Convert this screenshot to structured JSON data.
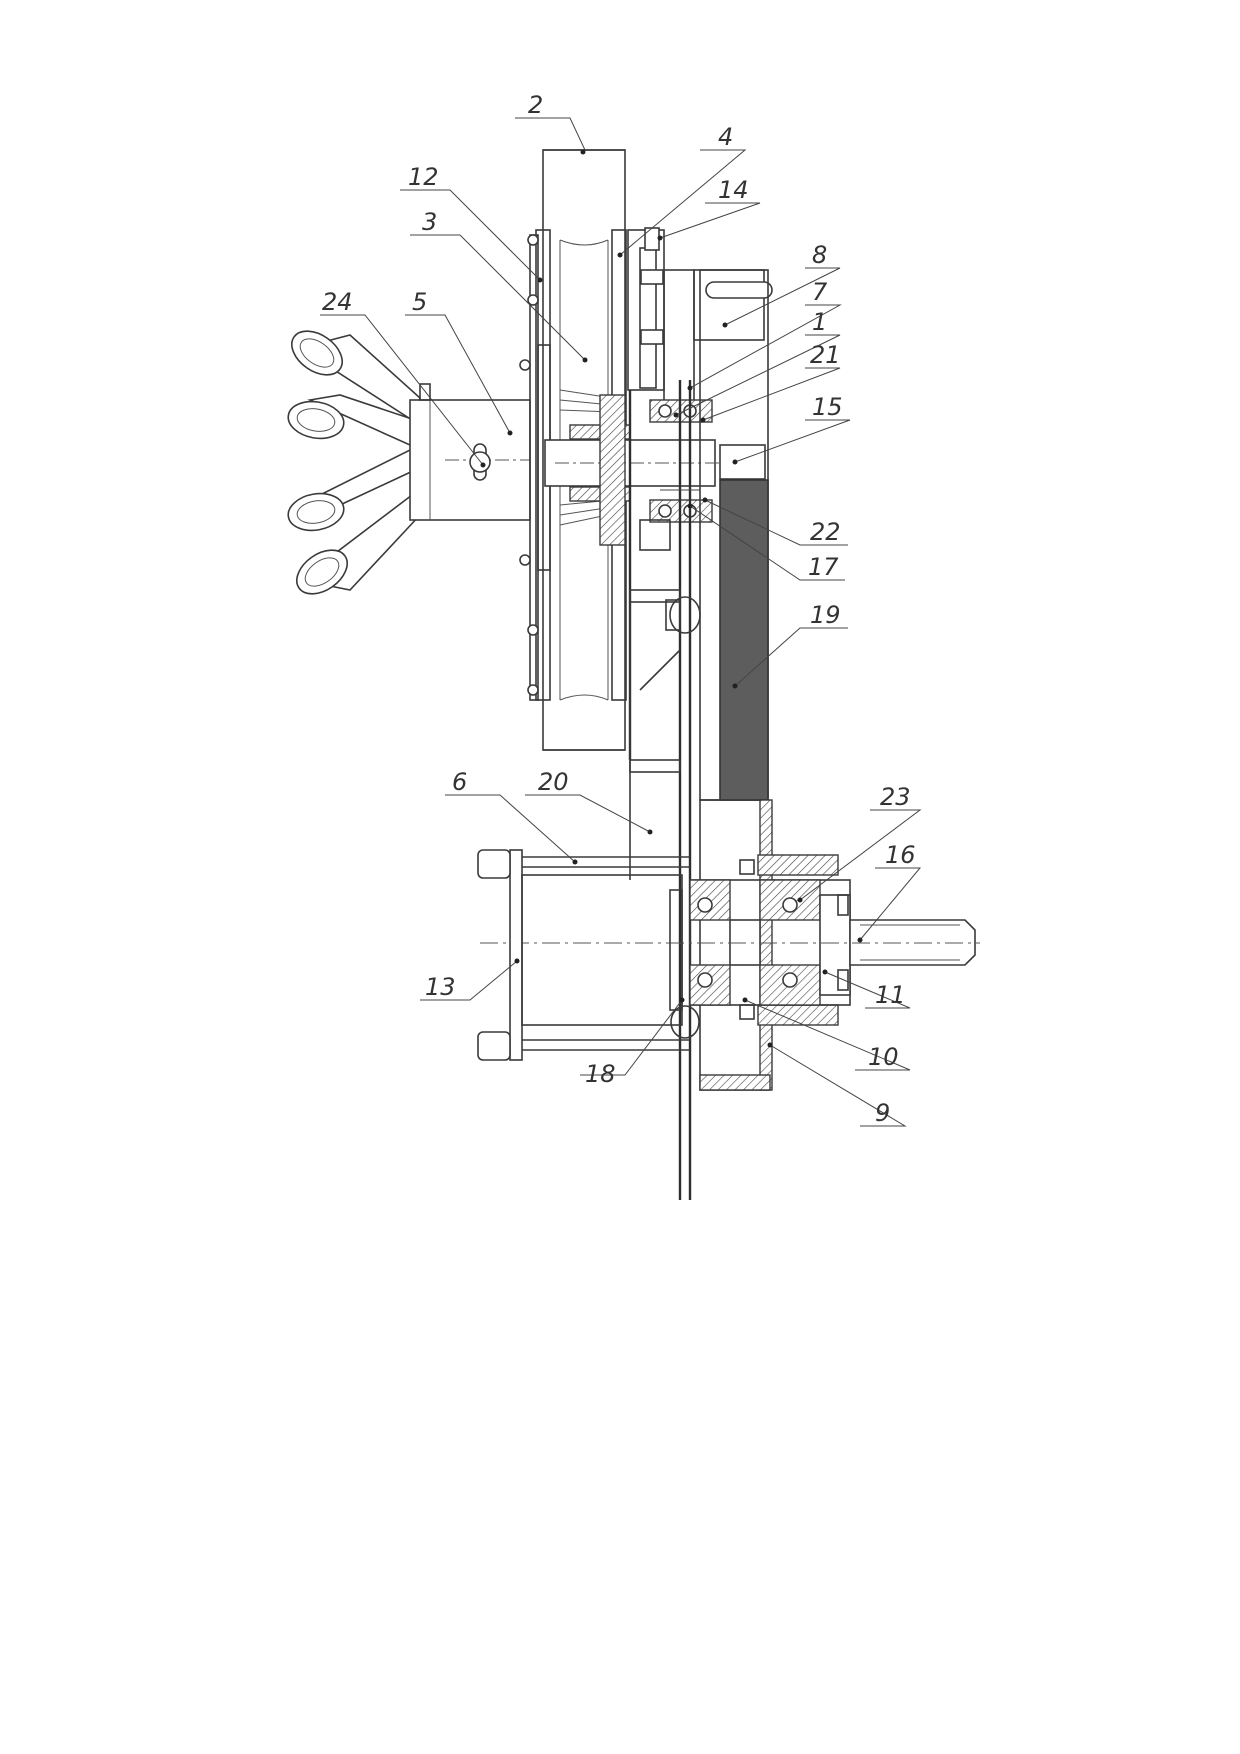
{
  "labels": [
    "2",
    "4",
    "12",
    "14",
    "3",
    "8",
    "24",
    "5",
    "7",
    "1",
    "21",
    "15",
    "22",
    "17",
    "19",
    "6",
    "20",
    "23",
    "16",
    "13",
    "11",
    "10",
    "18",
    "9"
  ]
}
